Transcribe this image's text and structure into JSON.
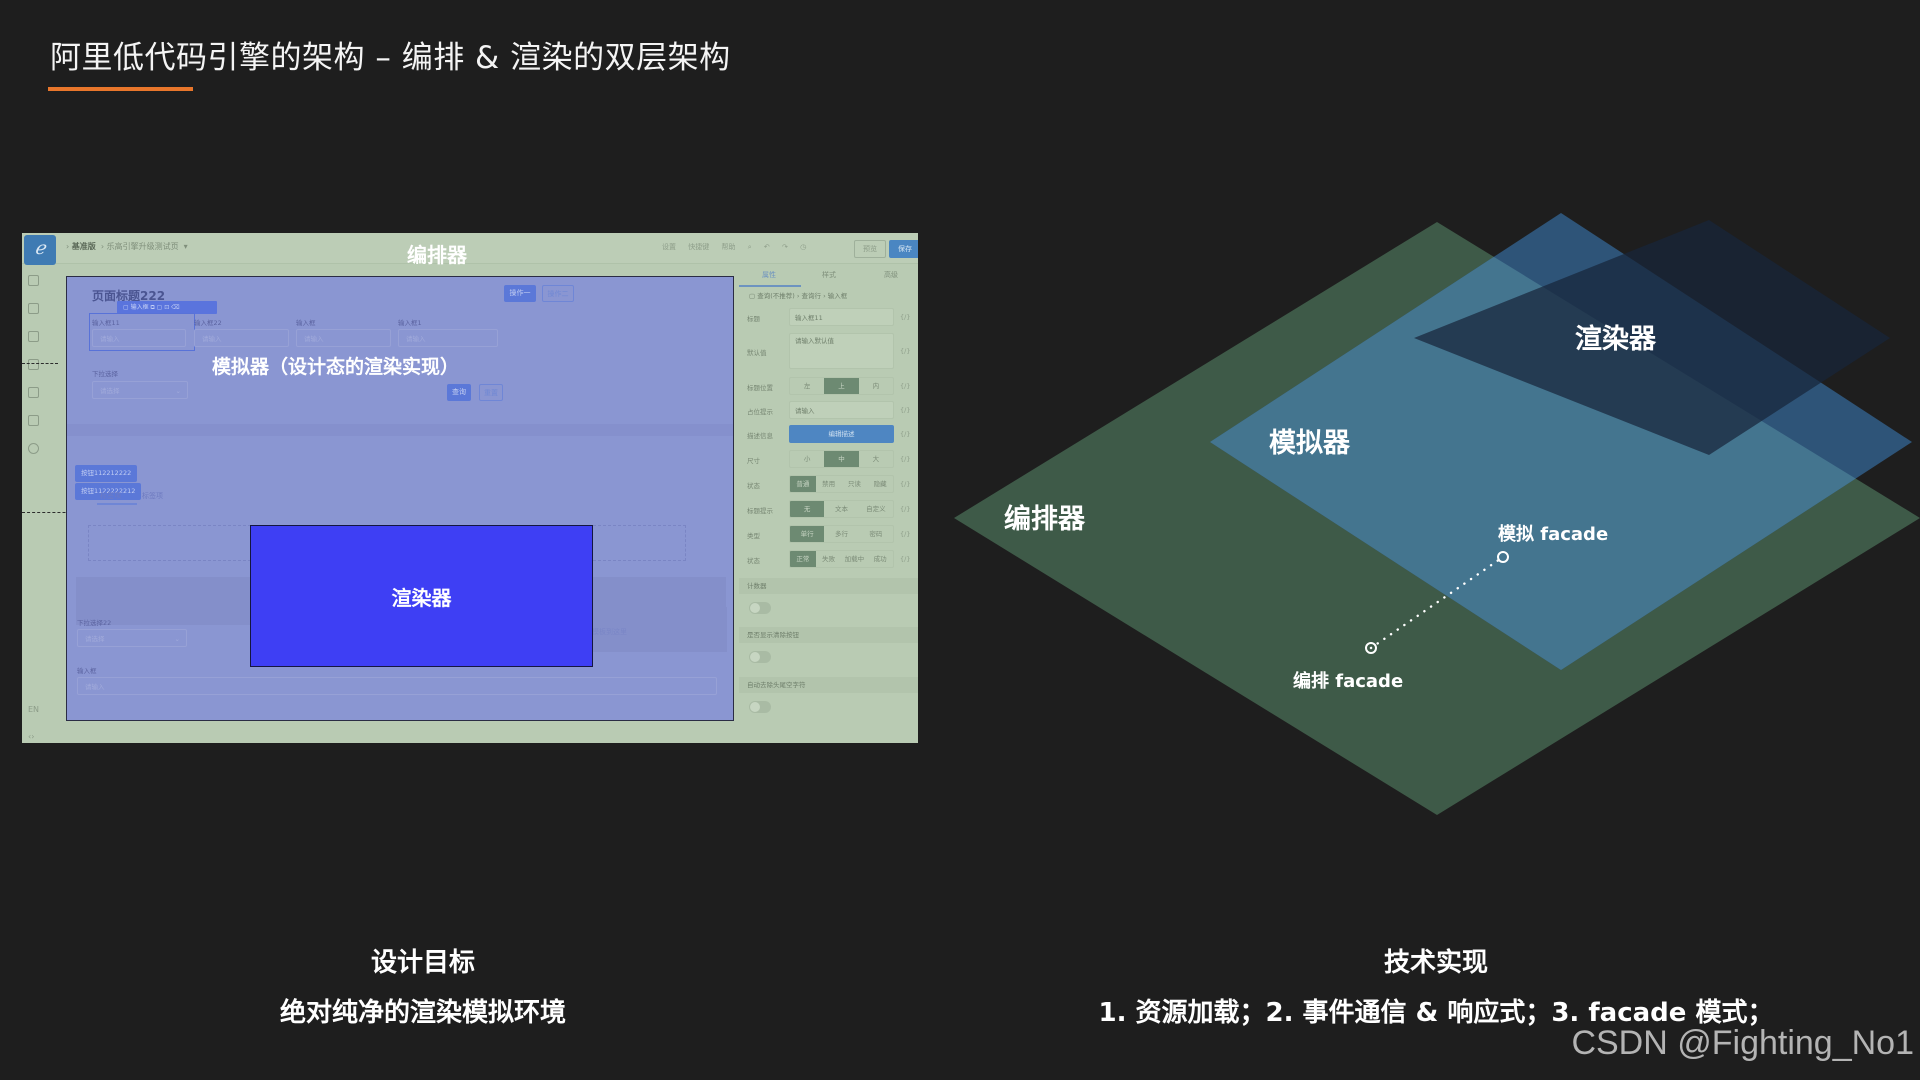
{
  "slide": {
    "title": "阿里低代码引擎的架构 – 编排 & 渲染的双层架构",
    "accent_color": "#e8762b",
    "background_color": "#1e1e1e"
  },
  "editor_screenshot": {
    "overlay_labels": {
      "editor": "编排器",
      "simulator": "模拟器（设计态的渲染实现）",
      "renderer": "渲染器"
    },
    "topbar": {
      "logo": "ℯ",
      "breadcrumb": [
        "基准版",
        "乐高引擎升级测试页"
      ],
      "links": [
        "设置",
        "快捷键",
        "帮助"
      ],
      "preview_label": "预览",
      "save_label": "保存"
    },
    "sidebar": {
      "bottom_items": [
        "EN",
        "‹›"
      ]
    },
    "canvas": {
      "page_title": "页面标题222",
      "header_buttons": [
        "操作一",
        "操作二"
      ],
      "selection_toolbar": "▢ 输入框   ⧉ ▢ ⊡ ⌫",
      "fields": [
        {
          "label": "输入框11",
          "placeholder": "请输入"
        },
        {
          "label": "输入框22",
          "placeholder": "请输入"
        },
        {
          "label": "输入框",
          "placeholder": "请输入"
        },
        {
          "label": "输入框1",
          "placeholder": "请输入"
        }
      ],
      "select": {
        "label": "下拉选择",
        "placeholder": "请选择"
      },
      "query_buttons": [
        "查询",
        "重置"
      ],
      "tags": [
        "按钮112212222",
        "按钮1122222212"
      ],
      "tabs": [
        "标签项",
        "标签项"
      ],
      "select2": {
        "label": "下拉选择22",
        "placeholder": "请选择"
      },
      "drop_hint": "拖拽组件或模板到这里",
      "input2": {
        "label": "输入框",
        "placeholder": "请输入"
      }
    },
    "settings_panel": {
      "tabs": [
        "属性",
        "样式",
        "高级"
      ],
      "breadcrumb": "▢ 查询(不推荐) › 查询行 › 输入框",
      "rows": [
        {
          "label": "标题",
          "type": "input",
          "value": "输入框11"
        },
        {
          "label": "默认值",
          "type": "textarea",
          "placeholder": "请输入默认值"
        },
        {
          "label": "标题位置",
          "type": "segmented",
          "options": [
            "左",
            "上",
            "内"
          ],
          "selected": "上"
        },
        {
          "label": "占位提示",
          "type": "input",
          "value": "请输入"
        },
        {
          "label": "描述信息",
          "type": "button",
          "value": "编辑描述"
        },
        {
          "label": "尺寸",
          "type": "segmented",
          "options": [
            "小",
            "中",
            "大"
          ],
          "selected": "中"
        },
        {
          "label": "状态",
          "type": "segmented",
          "options": [
            "普通",
            "禁用",
            "只读",
            "隐藏"
          ],
          "selected": "普通"
        },
        {
          "label": "标题提示",
          "type": "segmented",
          "options": [
            "无",
            "文本",
            "自定义"
          ],
          "selected": "无"
        },
        {
          "label": "类型",
          "type": "segmented",
          "options": [
            "单行",
            "多行",
            "密码"
          ],
          "selected": "单行"
        },
        {
          "label": "状态",
          "type": "segmented",
          "options": [
            "正常",
            "失败",
            "加载中",
            "成功"
          ],
          "selected": "正常"
        }
      ],
      "fx_label": "{/}",
      "sections": [
        "计数器",
        "是否显示清除按钮",
        "自动去除头尾空字符"
      ]
    }
  },
  "layer_diagram": {
    "layers": [
      {
        "name": "编排器",
        "color": "#3e5a48"
      },
      {
        "name": "模拟器",
        "color": "#2e5478"
      },
      {
        "name": "渲染器",
        "color": "#18253a"
      }
    ],
    "connectors": [
      {
        "label": "编排 facade"
      },
      {
        "label": "模拟 facade"
      }
    ]
  },
  "captions": {
    "left": {
      "heading": "设计目标",
      "text": "绝对纯净的渲染模拟环境"
    },
    "right": {
      "heading": "技术实现",
      "text": "1. 资源加载；2. 事件通信 & 响应式；3. facade 模式；"
    }
  },
  "watermark": "CSDN @Fighting_No1"
}
